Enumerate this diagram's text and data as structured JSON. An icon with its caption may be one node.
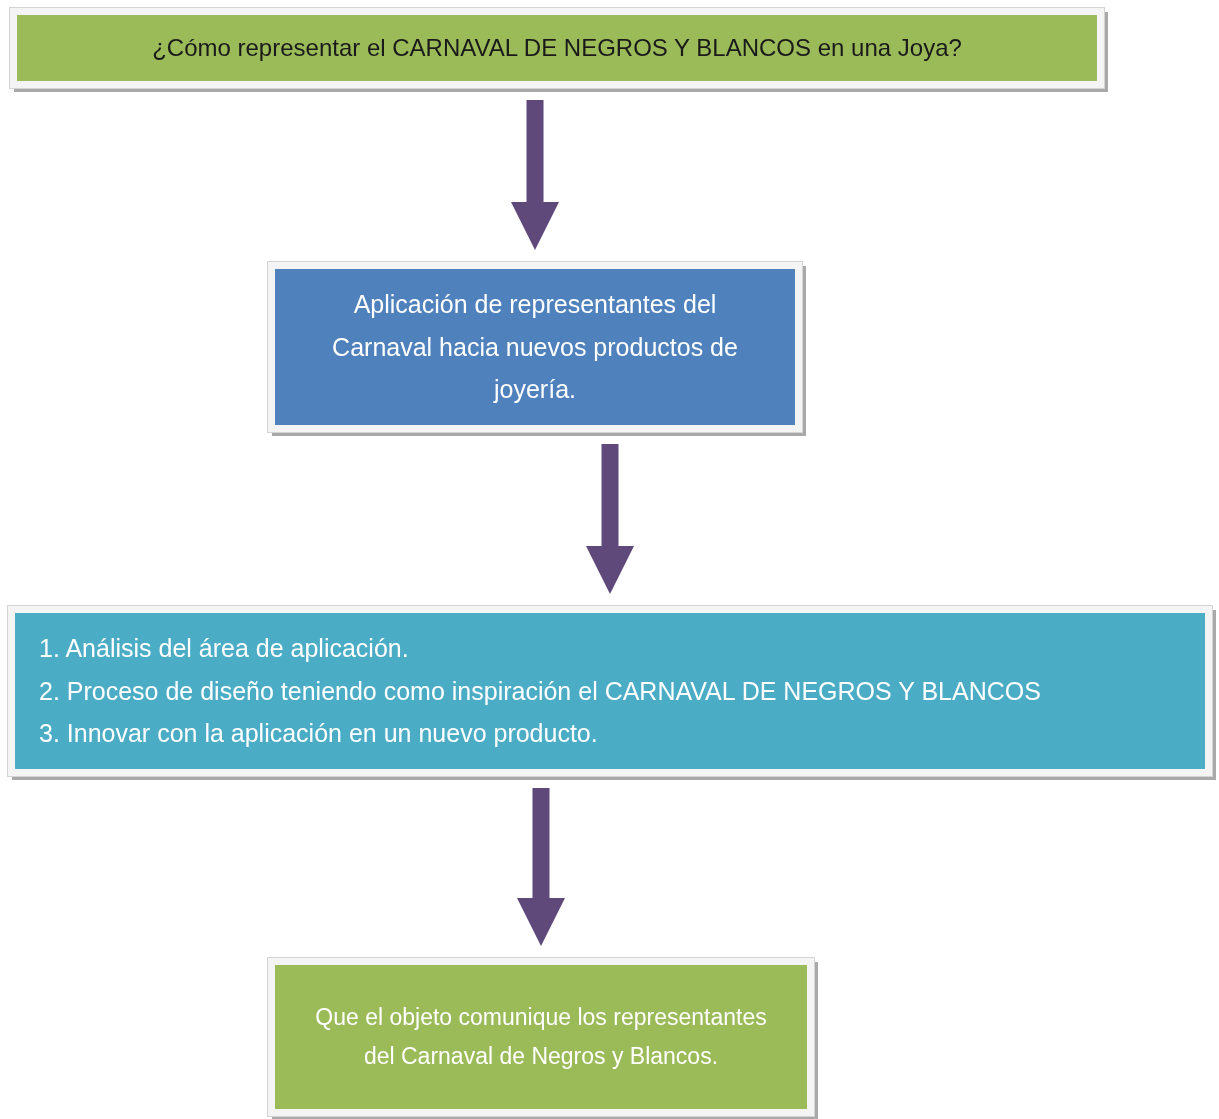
{
  "diagram": {
    "nodes": [
      {
        "text": [
          "¿Cómo representar el CARNAVAL DE NEGROS Y BLANCOS en una Joya?"
        ]
      },
      {
        "text": [
          "Aplicación de representantes del Carnaval hacia nuevos productos de joyería."
        ]
      },
      {
        "text": [
          "1. Análisis del área de aplicación.",
          "2. Proceso de diseño teniendo como inspiración el CARNAVAL DE NEGROS Y BLANCOS",
          "3. Innovar con la aplicación en un nuevo producto."
        ]
      },
      {
        "text": [
          "Que el objeto comunique los representantes del Carnaval de Negros y Blancos."
        ]
      }
    ],
    "edges": [
      {
        "from": 0,
        "to": 1,
        "arrow": "to",
        "style": "thick"
      },
      {
        "from": 1,
        "to": 2,
        "arrow": "to",
        "style": "thick"
      },
      {
        "from": 2,
        "to": 3,
        "arrow": "to",
        "style": "thick"
      }
    ]
  }
}
